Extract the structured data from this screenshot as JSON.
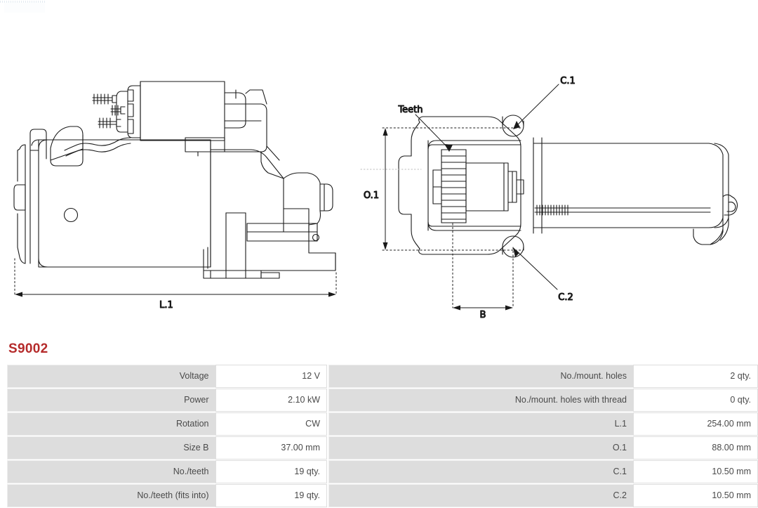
{
  "part_number": "S9002",
  "accent_color": "#b52b2b",
  "drawing": {
    "left_view": {
      "name": "starter-motor-side-view",
      "dimension_labels": [
        "L.1"
      ]
    },
    "right_view": {
      "name": "starter-motor-end-view",
      "annotation_labels": [
        "Teeth",
        "C.1",
        "C.2"
      ],
      "dimension_labels": [
        "O.1",
        "B"
      ]
    },
    "labels": {
      "l1": "L.1",
      "o1": "O.1",
      "b": "B",
      "teeth": "Teeth",
      "c1": "C.1",
      "c2": "C.2"
    }
  },
  "spec_table_left": [
    {
      "label": "Voltage",
      "value": "12 V"
    },
    {
      "label": "Power",
      "value": "2.10 kW"
    },
    {
      "label": "Rotation",
      "value": "CW"
    },
    {
      "label": "Size B",
      "value": "37.00 mm"
    },
    {
      "label": "No./teeth",
      "value": "19 qty."
    },
    {
      "label": "No./teeth (fits into)",
      "value": "19 qty."
    }
  ],
  "spec_table_right": [
    {
      "label": "No./mount. holes",
      "value": "2 qty."
    },
    {
      "label": "No./mount. holes with thread",
      "value": "0 qty."
    },
    {
      "label": "L.1",
      "value": "254.00 mm"
    },
    {
      "label": "O.1",
      "value": "88.00 mm"
    },
    {
      "label": "C.1",
      "value": "10.50 mm"
    },
    {
      "label": "C.2",
      "value": "10.50 mm"
    }
  ]
}
